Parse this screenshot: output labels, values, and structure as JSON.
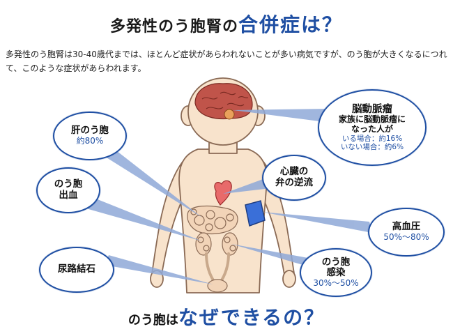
{
  "title": {
    "prefix": "多発性のう胞腎の",
    "highlight": "合併症は？"
  },
  "intro": "多発性のう胞腎は30-40歳代までは、ほとんど症状があらわれないことが多い病気ですが、のう胞が大きくなるにつれて、このような症状があらわれます。",
  "bubbles": {
    "aneurysm": {
      "title": "脳動脈瘤",
      "desc1": "家族に脳動脈瘤に",
      "desc2": "なった人が",
      "stat1": "いる場合：約16%",
      "stat2": "いない場合：約6%"
    },
    "liver": {
      "title": "肝のう胞",
      "stat": "約80%"
    },
    "bleeding": {
      "line1": "のう胞",
      "line2": "出血"
    },
    "stones": {
      "title": "尿路結石"
    },
    "heart": {
      "line1": "心臓の",
      "line2": "弁の逆流"
    },
    "hypertension": {
      "title": "高血圧",
      "stat": "50%～80%"
    },
    "infection": {
      "line1": "のう胞",
      "line2": "感染",
      "stat": "30%～50%"
    }
  },
  "footer": {
    "prefix": "のう胞は",
    "highlight": "なぜできるの？"
  },
  "colors": {
    "accent": "#1f4fa3",
    "skin": "#f8e3cc",
    "outline": "#8a6a55",
    "organ_liver": "#f2d4b8",
    "organ_heart": "#e86a6a",
    "brain": "#c0544a",
    "cuff": "#3a6fd8"
  }
}
